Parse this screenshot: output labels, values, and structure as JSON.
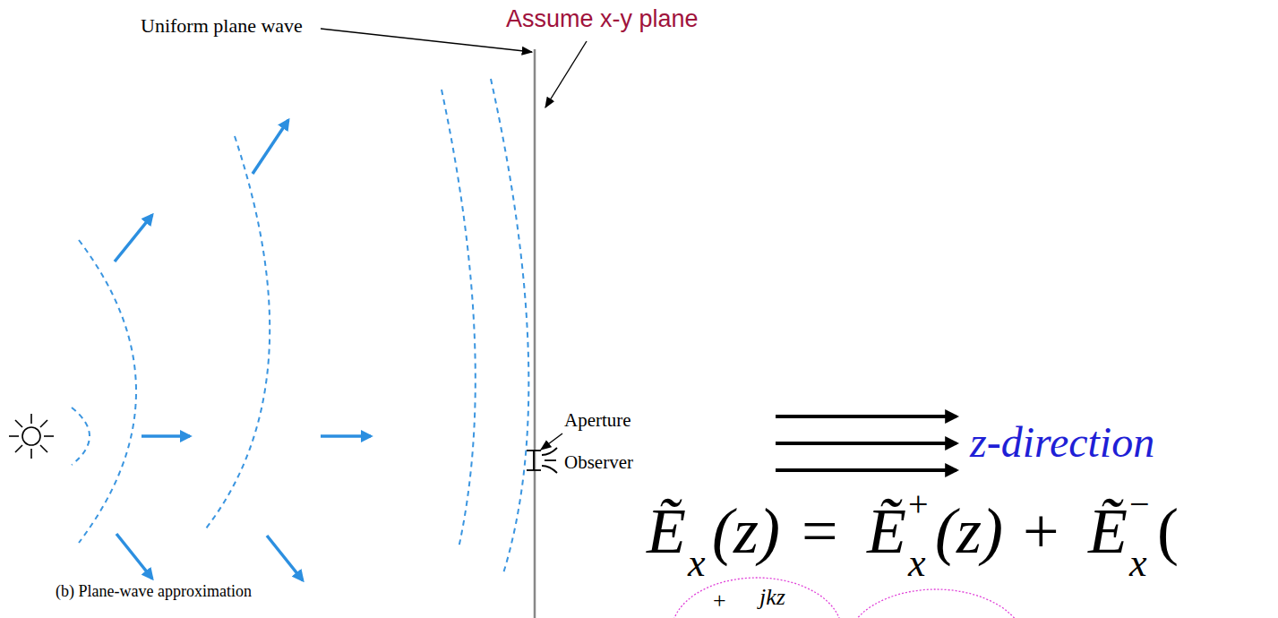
{
  "diagram": {
    "caption": "(b) Plane-wave approximation",
    "labels": [
      "Assume x-y plane",
      "Uniform plane wave",
      "Aperture",
      "Observer",
      "z-direction",
      "Ẽ",
      "x",
      "(z)",
      "=",
      "Ẽ",
      "+",
      "x",
      "(z)",
      "+",
      "Ẽ",
      "−",
      "x",
      "(",
      "+",
      "jkz"
    ]
  }
}
